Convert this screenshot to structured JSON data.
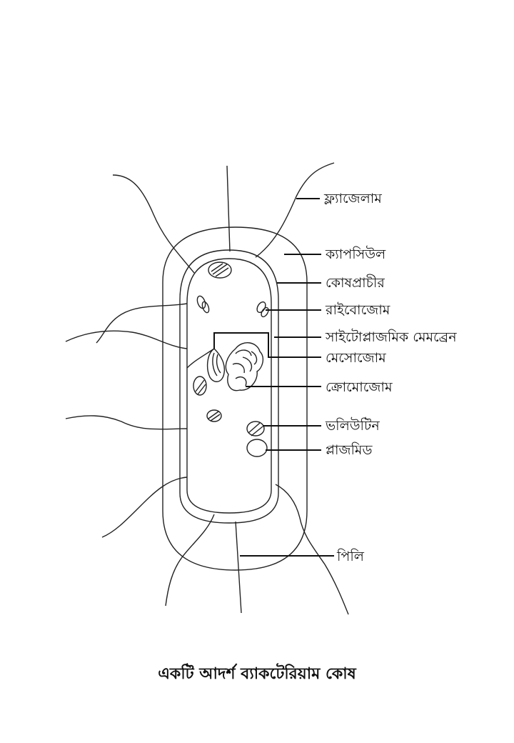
{
  "labels": {
    "flagellum": "ফ্ল্যাজেলাম",
    "capsule": "ক্যাপসিউল",
    "cell_wall": "কোষপ্রাচীর",
    "ribosome": "রাইবোজোম",
    "cytoplasmic_membrane": "সাইটোপ্লাজমিক মেমব্রেন",
    "mesosome": "মেসোজোম",
    "chromosome": "ক্রোমোজোম",
    "volutin": "ভলিউটিন",
    "plasmid": "প্লাজমিড",
    "pili": "পিলি"
  },
  "caption": "একটি আদর্শ ব্যাকটেরিয়াম কোষ"
}
